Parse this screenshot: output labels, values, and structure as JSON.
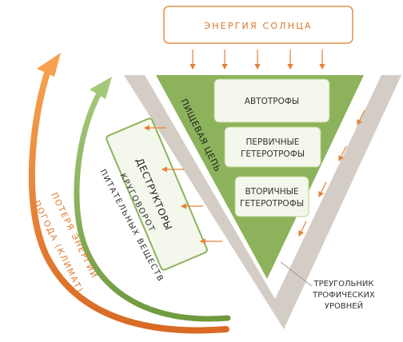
{
  "sun": {
    "label": "ЭНЕРГИЯ СОЛНЦА"
  },
  "levels": [
    {
      "label": "АВТОТРОФЫ"
    },
    {
      "line1": "ПЕРВИЧНЫЕ",
      "line2": "ГЕТЕРОТРОФЫ"
    },
    {
      "line1": "ВТОРИЧНЫЕ",
      "line2": "ГЕТЕРОТРОФЫ"
    }
  ],
  "food_chain_label": "ПИЩЕВАЯ ЦЕПЬ",
  "destructors_label": "ДЕСТРУКТОРЫ",
  "nutrient_cycle": {
    "line1": "КРУГОВОРОТ",
    "line2": "ПИТАТЕЛЬНЫХ ВЕЩЕСТВ"
  },
  "energy_loss": {
    "line1": "ПОТЕРЯ ЭНЕРГИИ",
    "line2": "ПОГОДА (КЛИМАТ)"
  },
  "trophic_triangle_note": {
    "line1": "ТРЕУГОЛЬНИК",
    "line2": "ТРОФИЧЕСКИХ",
    "line3": "УРОВНЕЙ"
  },
  "colors": {
    "green": "#8cb35b",
    "green_dark": "#6f9a3e",
    "grey": "#d4cdc5",
    "orange": "#f0883a",
    "orange_dark": "#d86a24",
    "box_fill": "#f4f8ec"
  }
}
